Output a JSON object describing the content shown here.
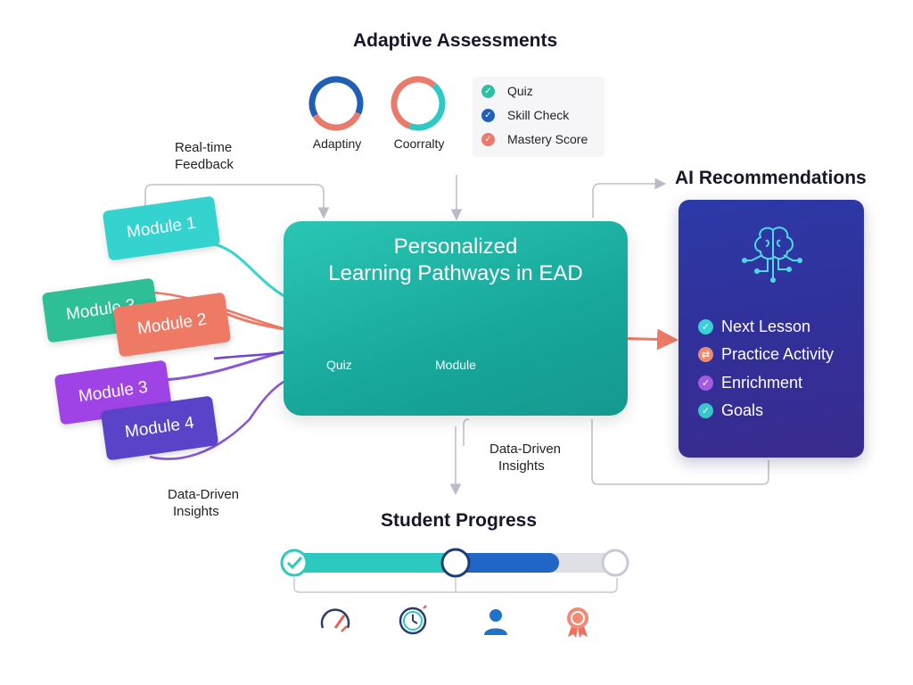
{
  "adaptive_assessments": {
    "title": "Adaptive Assessments",
    "ring_labels": [
      "Adaptiny",
      "Coorralty"
    ],
    "legend": [
      {
        "label": "Quiz",
        "color": "#2fbfa5",
        "icon": "check-icon"
      },
      {
        "label": "Skill Check",
        "color": "#1f5fb5",
        "icon": "check-icon"
      },
      {
        "label": "Mastery Score",
        "color": "#ea7b6c",
        "icon": "check-icon"
      }
    ]
  },
  "feedback": {
    "label_line1": "Real-time",
    "label_line2": "Feedback"
  },
  "modules": [
    {
      "label": "Module 1",
      "color": "#35d3cf"
    },
    {
      "label": "Module 3",
      "color": "#2fbf97"
    },
    {
      "label": "Module 2",
      "color": "#ee7a66"
    },
    {
      "label": "Module 3",
      "color": "#a043e6"
    },
    {
      "label": "Module 4",
      "color": "#5a43c9"
    }
  ],
  "hub": {
    "title_line1": "Personalized",
    "title_line2": "Learning Pathways in EAD",
    "node_labels": [
      "Quiz",
      "Module"
    ],
    "color": "#1fb1a2"
  },
  "ai_recommendations": {
    "title": "AI Recommendations",
    "icon": "brain-circuit-icon",
    "items": [
      {
        "label": "Next Lesson",
        "color": "#3ad0d6",
        "icon": "check-icon"
      },
      {
        "label": "Practice Activity",
        "color": "#ef8a70",
        "icon": "swap-icon"
      },
      {
        "label": "Enrichment",
        "color": "#a45ae0",
        "icon": "check-icon"
      },
      {
        "label": "Goals",
        "color": "#3ac5c8",
        "icon": "check-icon"
      }
    ]
  },
  "insights_center": {
    "label_line1": "Data-Driven",
    "label_line2": "Insights"
  },
  "insights_left": {
    "label_line1": "Data-Driven",
    "label_line2": "Insights"
  },
  "student_progress": {
    "title": "Student Progress",
    "progress": 0.6,
    "icons": [
      "speedometer-icon",
      "stopwatch-icon",
      "student-icon",
      "award-badge-icon"
    ]
  }
}
